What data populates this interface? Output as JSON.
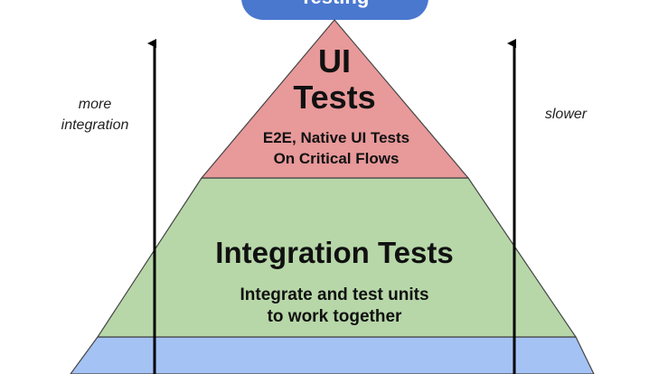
{
  "pill": {
    "label": "Testing",
    "color": "#4a78cf"
  },
  "tiers": {
    "ui": {
      "title_line1": "UI",
      "title_line2": "Tests",
      "subtitle_line1": "E2E, Native UI Tests",
      "subtitle_line2": "On Critical Flows",
      "fill": "#e8999a"
    },
    "integration": {
      "title": "Integration Tests",
      "subtitle_line1": "Integrate and test units",
      "subtitle_line2": "to work together",
      "fill": "#b7d7a8"
    },
    "unit": {
      "fill": "#a4c2f4"
    }
  },
  "side_labels": {
    "left_line1": "more",
    "left_line2": "integration",
    "right": "slower"
  },
  "colors": {
    "outline": "#444444",
    "arrow": "#000000"
  }
}
